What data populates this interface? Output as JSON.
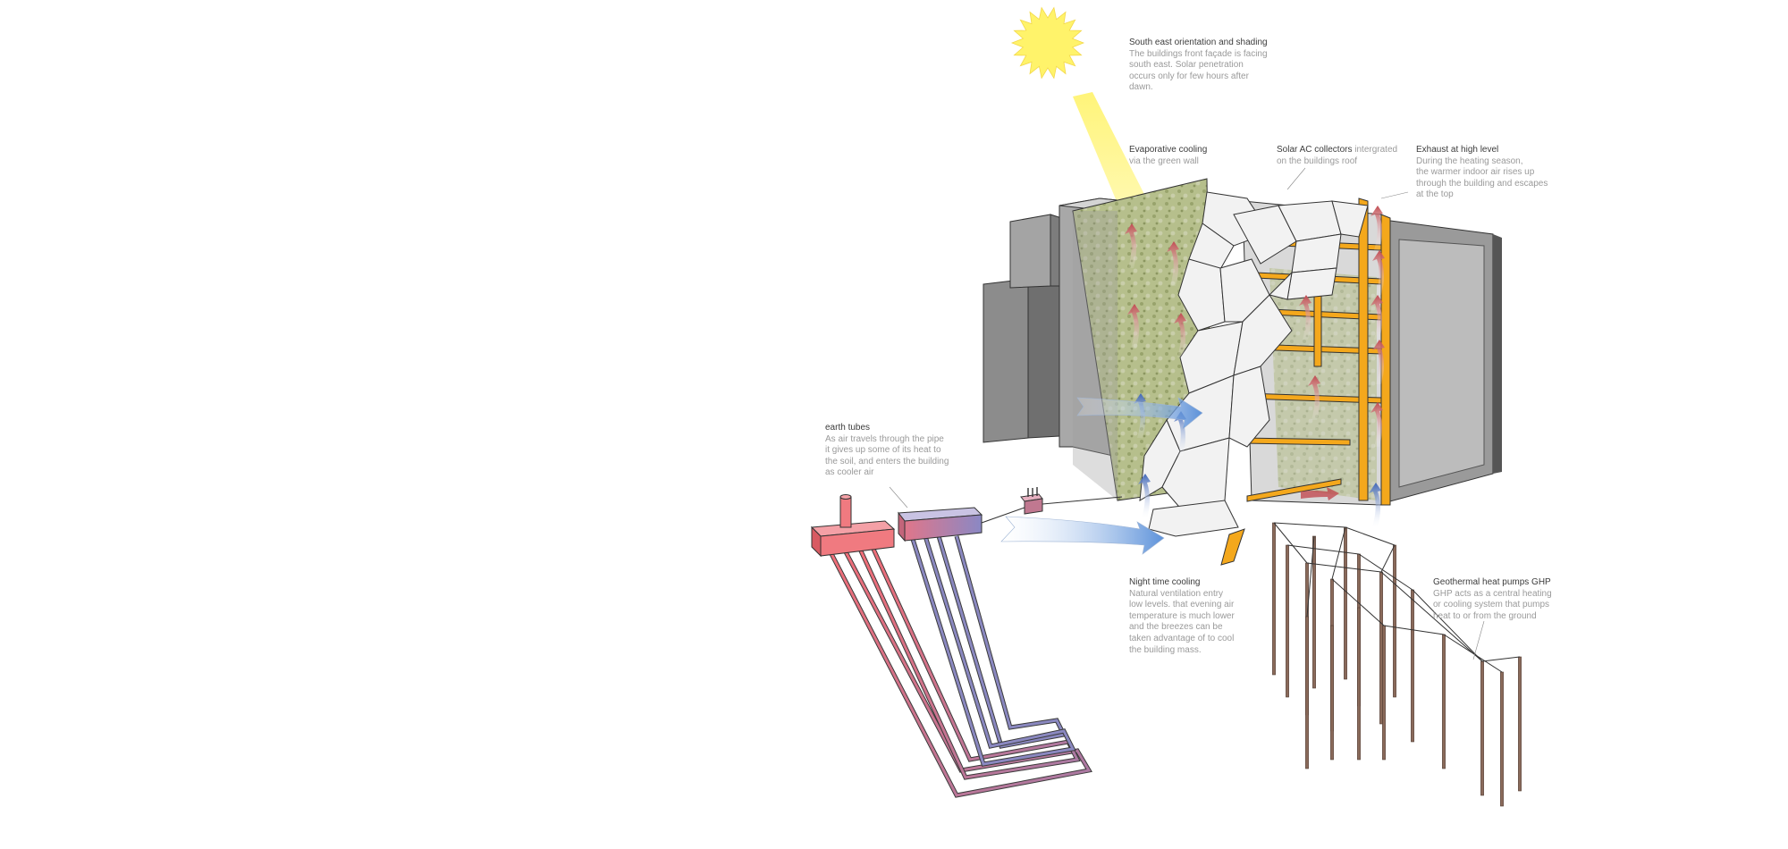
{
  "annotations": {
    "south_east": {
      "title": "South east orientation and shading",
      "body": "The buildings front façade is facing\nsouth east. Solar penetration\noccurs only for few hours after\ndawn."
    },
    "evaporative": {
      "title": "Evaporative cooling",
      "body": "via the green wall"
    },
    "solar_ac": {
      "title": "Solar AC collectors",
      "body_inline": " intergrated",
      "body": "on the buildings roof"
    },
    "exhaust": {
      "title": "Exhaust at high level",
      "body": "During the heating season,\nthe warmer indoor air rises up\nthrough the building and escapes\n at the top"
    },
    "earth_tubes": {
      "title": "earth tubes",
      "body": "As air travels through the pipe\nit gives up some of its heat to\nthe soil, and enters the building\n as cooler air"
    },
    "night_cooling": {
      "title": "Night time cooling",
      "body": "Natural ventilation entry\nlow levels. that evening air\ntemperature is much lower\nand the breezes can be\ntaken advantage of to cool\nthe building mass."
    },
    "geothermal": {
      "title": "Geothermal heat pumps GHP",
      "body": "GHP acts as a central heating\nor cooling system that pumps\nheat to or from the ground"
    }
  },
  "colors": {
    "sun": "#fff06a",
    "warm_pipe": "#f07a80",
    "cool_pipe": "#8080b0",
    "frame_orange": "#f4a81c",
    "green_wall": "#b9c08e",
    "wall_grey": "#a9a9a9",
    "air_blue": "#5a8fd8",
    "ground_pile": "#8a6a5a"
  },
  "icons": [
    "sun-icon",
    "air-flow-arrow-icon",
    "earth-tube-pipe-icon",
    "geothermal-pile-icon"
  ]
}
